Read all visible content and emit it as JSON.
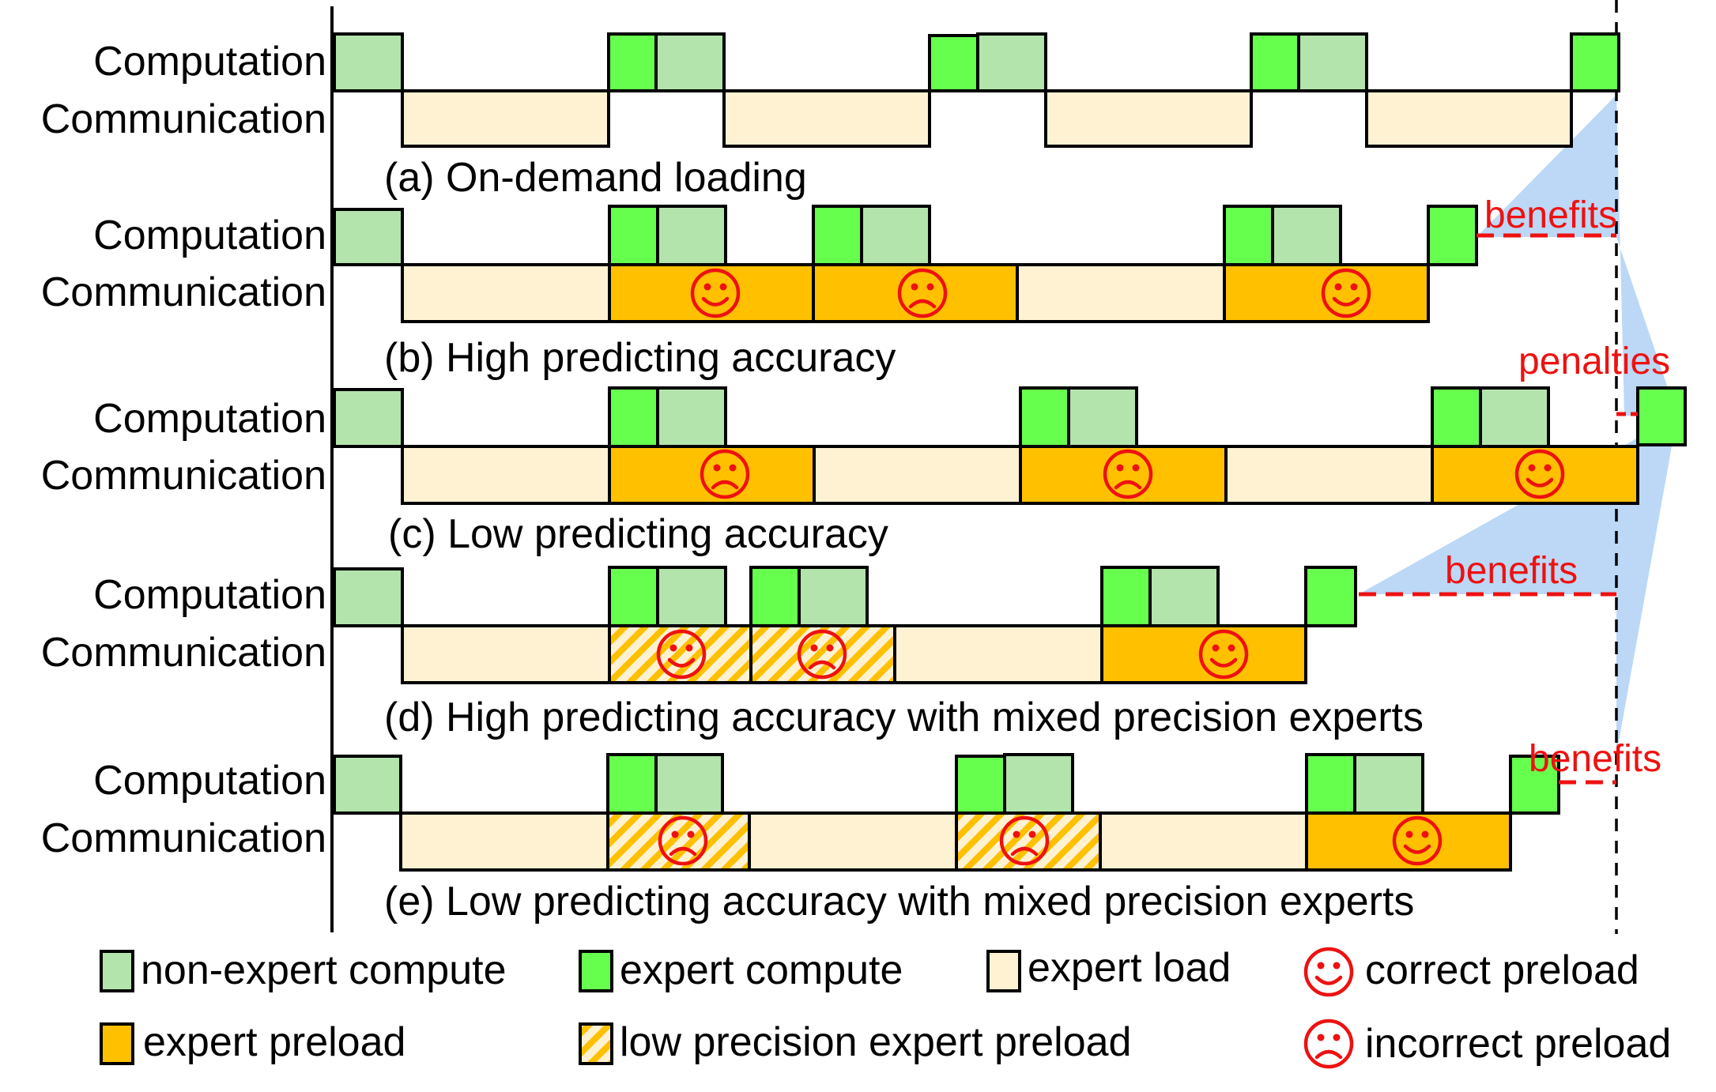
{
  "colors": {
    "non_expert_compute": "#b3e4ab",
    "expert_compute": "#66ff4d",
    "expert_load": "#fff2d2",
    "expert_preload": "#ffc000",
    "low_precision_stripe": "#ffc000",
    "face": "#ee1111",
    "annotation": "#ee1111",
    "shading": "#bcd8f6"
  },
  "rows": {
    "computation_label": "Computation",
    "communication_label": "Communication"
  },
  "captions": {
    "a": "(a) On-demand loading",
    "b": "(b) High predicting accuracy",
    "c": "(c) Low predicting accuracy",
    "d": "(d) High predicting accuracy with mixed precision experts",
    "e": "(e) Low predicting accuracy with mixed precision experts"
  },
  "annotations": {
    "benefits_b": "benefits",
    "penalties_c": "penalties",
    "benefits_d": "benefits",
    "benefits_e": "benefits"
  },
  "legend": {
    "non_expert_compute": "non-expert compute",
    "expert_compute": "expert compute",
    "expert_load": "expert load",
    "correct_preload": "correct preload",
    "expert_preload": "expert preload",
    "low_precision_expert_preload": "low precision expert preload",
    "incorrect_preload": "incorrect preload"
  },
  "icons": {
    "correct": "smiling-face-icon",
    "incorrect": "frowning-face-icon"
  }
}
